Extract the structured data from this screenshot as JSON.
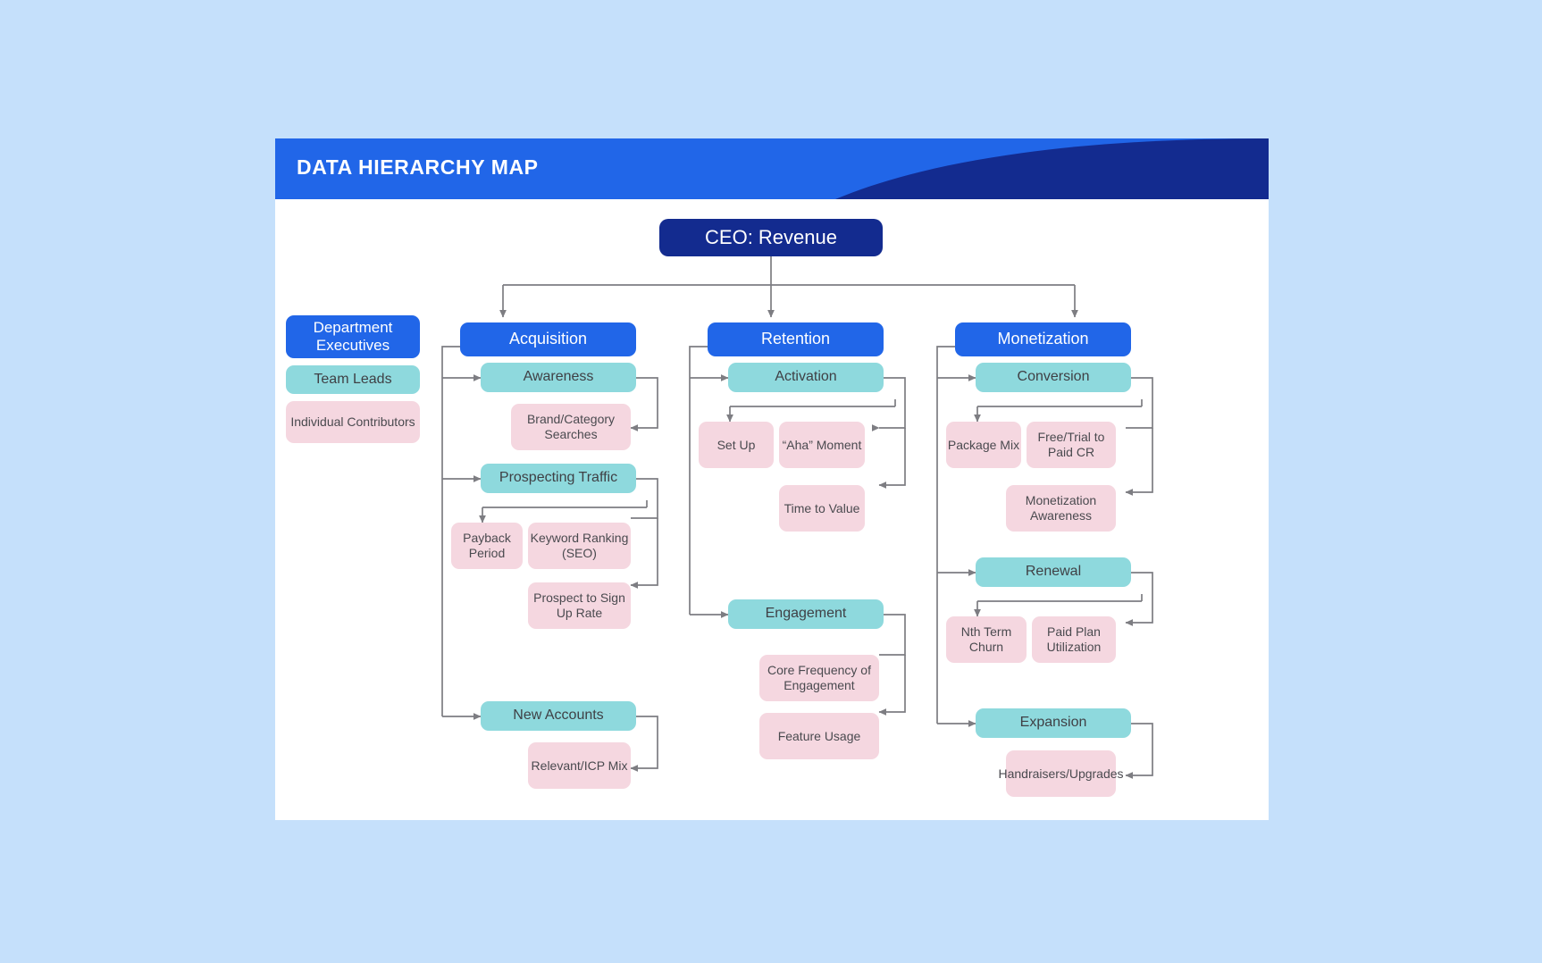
{
  "header": {
    "title": "DATA HIERARCHY MAP",
    "bg_color": "#2166e8",
    "swoosh_color": "#132b8f"
  },
  "colors": {
    "page_bg": "#c5e0fb",
    "card_bg": "#ffffff",
    "ceo": "#132b8f",
    "department": "#2166e8",
    "team_lead": "#8ed9dd",
    "individual_contributor": "#f5d7e0",
    "connector": "#7d7d82"
  },
  "root": {
    "label": "CEO: Revenue"
  },
  "legend": {
    "items": [
      {
        "label": "Department Executives",
        "level": "department"
      },
      {
        "label": "Team Leads",
        "level": "team_lead"
      },
      {
        "label": "Individual Contributors",
        "level": "individual_contributor"
      }
    ]
  },
  "columns": [
    {
      "name": "acquisition",
      "label": "Acquisition",
      "groups": [
        {
          "label": "Awareness",
          "metrics": [
            {
              "label": "Brand/Category Searches"
            }
          ]
        },
        {
          "label": "Prospecting Traffic",
          "metrics": [
            {
              "label": "Payback Period"
            },
            {
              "label": "Keyword Ranking (SEO)"
            },
            {
              "label": "Prospect to Sign Up Rate"
            }
          ]
        },
        {
          "label": "New Accounts",
          "metrics": [
            {
              "label": "Relevant/ICP Mix"
            }
          ]
        }
      ]
    },
    {
      "name": "retention",
      "label": "Retention",
      "groups": [
        {
          "label": "Activation",
          "metrics": [
            {
              "label": "Set Up"
            },
            {
              "label": "“Aha” Moment"
            },
            {
              "label": "Time to Value"
            }
          ]
        },
        {
          "label": "Engagement",
          "metrics": [
            {
              "label": "Core Frequency of Engagement"
            },
            {
              "label": "Feature Usage"
            }
          ]
        }
      ]
    },
    {
      "name": "monetization",
      "label": "Monetization",
      "groups": [
        {
          "label": "Conversion",
          "metrics": [
            {
              "label": "Package Mix"
            },
            {
              "label": "Free/Trial to Paid CR"
            },
            {
              "label": "Monetization Awareness"
            }
          ]
        },
        {
          "label": "Renewal",
          "metrics": [
            {
              "label": "Nth Term Churn"
            },
            {
              "label": "Paid Plan Utilization"
            }
          ]
        },
        {
          "label": "Expansion",
          "metrics": [
            {
              "label": "Handraisers/Upgrades"
            }
          ]
        }
      ]
    }
  ]
}
